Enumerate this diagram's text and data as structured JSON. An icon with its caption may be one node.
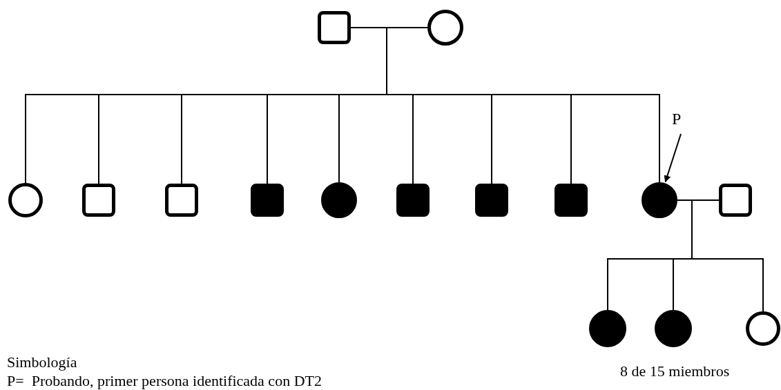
{
  "diagram": {
    "nodes": [
      {
        "text": [],
        "shape": "box"
      },
      {
        "text": [],
        "shape": "circle"
      },
      {
        "text": [],
        "shape": "circle"
      },
      {
        "text": [],
        "shape": "box"
      },
      {
        "text": [],
        "shape": "box"
      },
      {
        "text": [],
        "shape": "filled-box"
      },
      {
        "text": [],
        "shape": "filled-circle"
      },
      {
        "text": [],
        "shape": "filled-box"
      },
      {
        "text": [],
        "shape": "filled-box"
      },
      {
        "text": [],
        "shape": "filled-box"
      },
      {
        "text": [],
        "shape": "filled-circle"
      },
      {
        "text": [],
        "shape": "box"
      },
      {
        "text": [],
        "shape": "filled-circle"
      },
      {
        "text": [],
        "shape": "filled-circle"
      },
      {
        "text": [],
        "shape": "circle"
      },
      {
        "text": [
          "P"
        ]
      }
    ],
    "edges": [
      {
        "from": 0,
        "to": 1,
        "arrow": "none"
      },
      {
        "from": 0,
        "to": 2,
        "arrow": "none"
      },
      {
        "from": 1,
        "to": 2,
        "arrow": "none"
      },
      {
        "from": 0,
        "to": 3,
        "arrow": "none"
      },
      {
        "from": 1,
        "to": 3,
        "arrow": "none"
      },
      {
        "from": 0,
        "to": 4,
        "arrow": "none"
      },
      {
        "from": 1,
        "to": 4,
        "arrow": "none"
      },
      {
        "from": 0,
        "to": 5,
        "arrow": "none"
      },
      {
        "from": 1,
        "to": 5,
        "arrow": "none"
      },
      {
        "from": 0,
        "to": 6,
        "arrow": "none"
      },
      {
        "from": 1,
        "to": 6,
        "arrow": "none"
      },
      {
        "from": 0,
        "to": 7,
        "arrow": "none"
      },
      {
        "from": 1,
        "to": 7,
        "arrow": "none"
      },
      {
        "from": 0,
        "to": 8,
        "arrow": "none"
      },
      {
        "from": 1,
        "to": 8,
        "arrow": "none"
      },
      {
        "from": 0,
        "to": 9,
        "arrow": "none"
      },
      {
        "from": 1,
        "to": 9,
        "arrow": "none"
      },
      {
        "from": 0,
        "to": 10,
        "arrow": "none"
      },
      {
        "from": 1,
        "to": 10,
        "arrow": "none"
      },
      {
        "from": 10,
        "to": 11,
        "arrow": "none"
      },
      {
        "from": 10,
        "to": 12,
        "arrow": "none"
      },
      {
        "from": 11,
        "to": 12,
        "arrow": "none"
      },
      {
        "from": 10,
        "to": 13,
        "arrow": "none"
      },
      {
        "from": 11,
        "to": 13,
        "arrow": "none"
      },
      {
        "from": 10,
        "to": 14,
        "arrow": "none"
      },
      {
        "from": 11,
        "to": 14,
        "arrow": "none"
      },
      {
        "from": 15,
        "to": 10,
        "arrow": "to"
      }
    ],
    "labels": [
      "Simbología",
      "P=  Probando, primer persona identificada con DT2",
      "8 de 15 miembros"
    ]
  }
}
